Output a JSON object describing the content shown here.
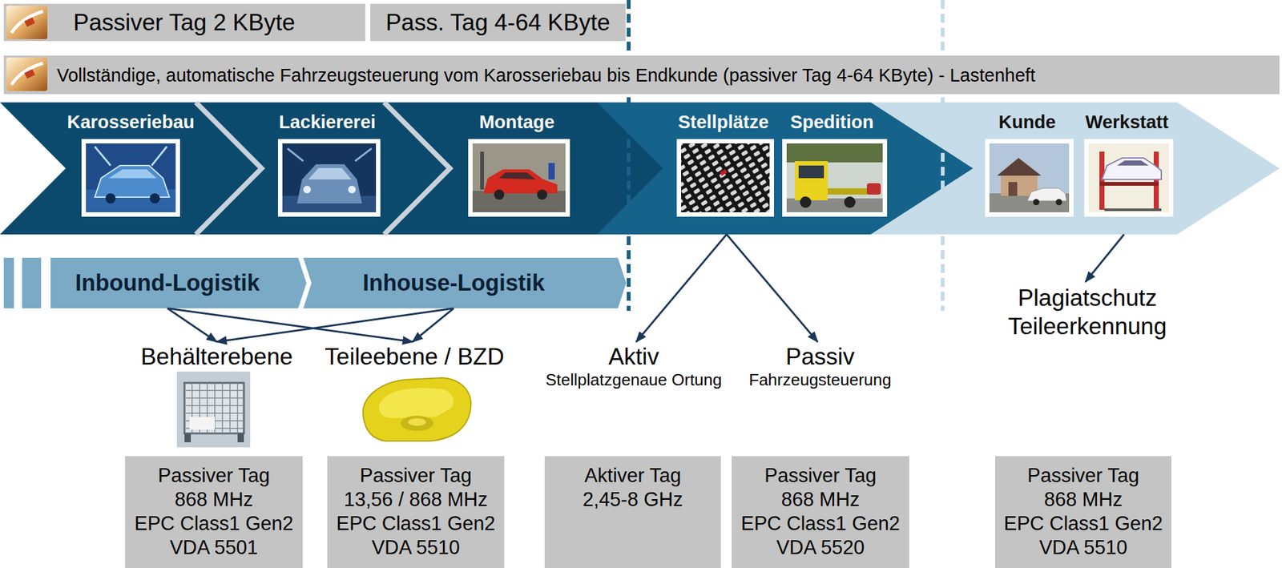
{
  "diagram": {
    "nodes": [
      {
        "text": [
          "Passiver Tag 2 KByte"
        ]
      },
      {
        "text": [
          "Pass. Tag 4-64 KByte"
        ]
      },
      {
        "text": [
          "Vollständige, automatische Fahrzeugsteuerung vom Karosseriebau bis Endkunde (passiver Tag 4-64 KByte) - Lastenheft"
        ]
      },
      {
        "text": [
          "Karosseriebau"
        ]
      },
      {
        "text": [
          "Lackiererei"
        ]
      },
      {
        "text": [
          "Montage"
        ]
      },
      {
        "text": [
          "Stellplätze",
          "Spedition"
        ]
      },
      {
        "text": [
          "Kunde",
          "Werkstatt"
        ]
      },
      {
        "text": [
          "Inbound-Logistik"
        ]
      },
      {
        "text": [
          "Inhouse-Logistik"
        ]
      },
      {
        "text": [
          "Behälterebene"
        ]
      },
      {
        "text": [
          "Teileebene / BZD"
        ]
      },
      {
        "text": [
          "Aktiv",
          "Stellplatzgenaue Ortung"
        ]
      },
      {
        "text": [
          "Passiv",
          "Fahrzeugsteuerung"
        ]
      },
      {
        "text": [
          "Plagiatschutz",
          "Teileerkennung"
        ]
      },
      {
        "text": [
          "Passiver Tag",
          "868 MHz",
          "EPC Class1 Gen2",
          "VDA 5501"
        ]
      },
      {
        "text": [
          "Passiver Tag",
          "13,56 / 868 MHz",
          "EPC Class1 Gen2",
          "VDA 5510"
        ]
      },
      {
        "text": [
          "Aktiver Tag",
          "2,45-8 GHz"
        ]
      },
      {
        "text": [
          "Passiver Tag",
          "868 MHz",
          "EPC Class1 Gen2",
          "VDA 5520"
        ]
      },
      {
        "text": [
          "Passiver Tag",
          "868 MHz",
          "EPC Class1 Gen2",
          "VDA 5510"
        ]
      }
    ],
    "edges": [
      {
        "from": 8,
        "to": 10,
        "arrow": "to"
      },
      {
        "from": 8,
        "to": 11,
        "arrow": "to"
      },
      {
        "from": 9,
        "to": 10,
        "arrow": "to"
      },
      {
        "from": 9,
        "to": 11,
        "arrow": "to"
      },
      {
        "from": 6,
        "to": 12,
        "arrow": "to"
      },
      {
        "from": 6,
        "to": 13,
        "arrow": "to"
      },
      {
        "from": 7,
        "to": 14,
        "arrow": "to"
      }
    ]
  }
}
